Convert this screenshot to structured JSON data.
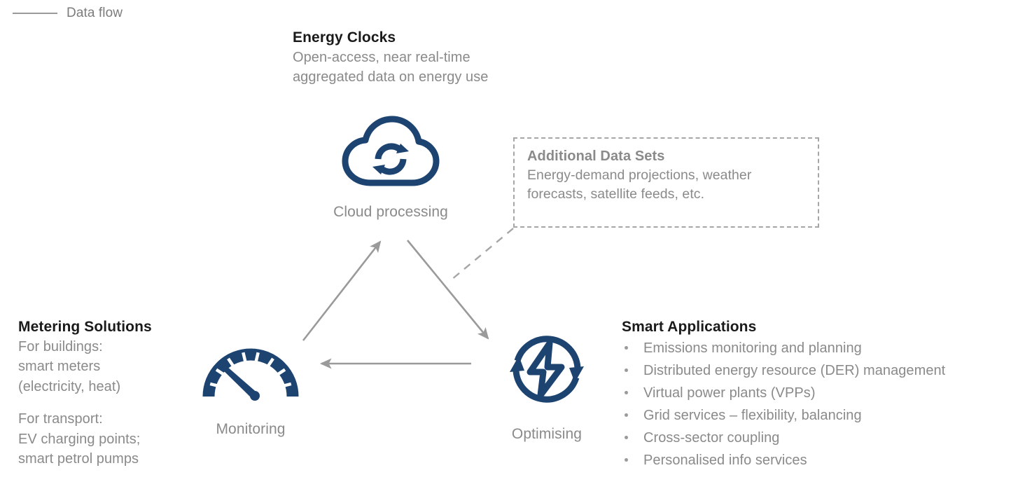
{
  "legend": {
    "icon": "flow-line-icon",
    "label": "Data flow"
  },
  "energy_clocks": {
    "title": "Energy Clocks",
    "line1": "Open-access, near real-time",
    "line2": "aggregated data on energy use"
  },
  "additional_data_sets": {
    "title": "Additional Data Sets",
    "line1": "Energy-demand projections, weather",
    "line2": "forecasts, satellite feeds, etc."
  },
  "nodes": {
    "cloud": {
      "icon": "cloud-sync-icon",
      "label": "Cloud processing"
    },
    "monitoring": {
      "icon": "gauge-icon",
      "label": "Monitoring"
    },
    "optimising": {
      "icon": "energy-cycle-icon",
      "label": "Optimising"
    }
  },
  "metering_solutions": {
    "title": "Metering Solutions",
    "line1": "For buildings:",
    "line2": "smart meters",
    "line3": "(electricity, heat)",
    "line4": "For transport:",
    "line5": "EV charging points;",
    "line6": "smart petrol pumps"
  },
  "smart_applications": {
    "title": "Smart Applications",
    "items": [
      "Emissions monitoring and planning",
      "Distributed energy resource (DER) management",
      "Virtual power plants (VPPs)",
      "Grid services – flexibility, balancing",
      "Cross-sector coupling",
      "Personalised info services"
    ]
  },
  "colors": {
    "icon_navy": "#1d4471",
    "arrow_gray": "#9a9a9a",
    "body_gray": "#8a8a8a",
    "title_black": "#1a1a1a",
    "background": "#ffffff"
  }
}
